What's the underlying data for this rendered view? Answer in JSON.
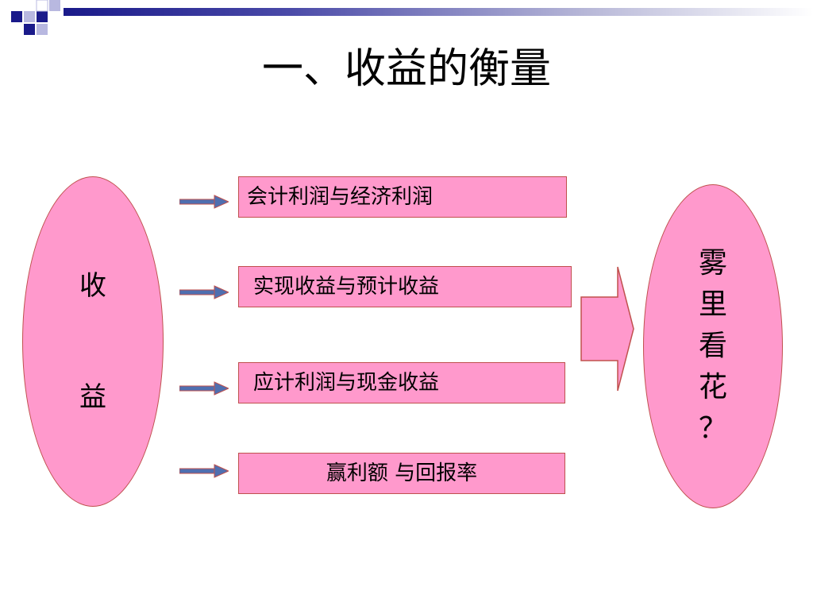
{
  "slide": {
    "title": "一、收益的衡量",
    "left_ellipse": {
      "chars": [
        "收",
        "益"
      ]
    },
    "boxes": [
      "会计利润与经济利润",
      "实现收益与预计收益",
      "应计利润与现金收益",
      "赢利额 与回报率"
    ],
    "right_ellipse": {
      "chars": [
        "雾",
        "里",
        "看",
        "花",
        "？"
      ]
    }
  },
  "colors": {
    "shape_fill": "#ff99cc",
    "shape_border": "#c0504d",
    "arrow_blue": "#4f6fb0",
    "deco_navy": "#1a1a8a"
  }
}
